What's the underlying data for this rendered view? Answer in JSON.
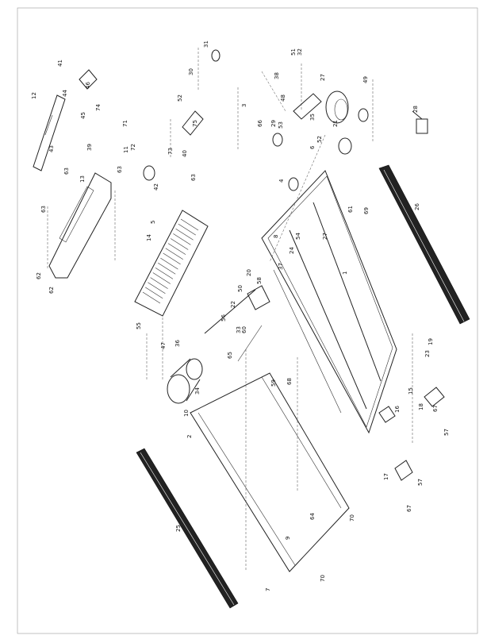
{
  "diagram": {
    "callouts": [
      {
        "id": "c12",
        "text": "12"
      },
      {
        "id": "c41",
        "text": "41"
      },
      {
        "id": "c44",
        "text": "44"
      },
      {
        "id": "c46a",
        "text": "46"
      },
      {
        "id": "c45",
        "text": "45"
      },
      {
        "id": "c43",
        "text": "43"
      },
      {
        "id": "c39",
        "text": "39"
      },
      {
        "id": "c38",
        "text": "38"
      },
      {
        "id": "c74",
        "text": "74"
      },
      {
        "id": "c71",
        "text": "71"
      },
      {
        "id": "c72",
        "text": "72"
      },
      {
        "id": "c11",
        "text": "11"
      },
      {
        "id": "c63a",
        "text": "63"
      },
      {
        "id": "c13",
        "text": "13"
      },
      {
        "id": "c63b",
        "text": "63"
      },
      {
        "id": "c63c",
        "text": "63"
      },
      {
        "id": "c62a",
        "text": "62"
      },
      {
        "id": "c62b",
        "text": "62"
      },
      {
        "id": "c42",
        "text": "42"
      },
      {
        "id": "c30",
        "text": "30"
      },
      {
        "id": "c73",
        "text": "73"
      },
      {
        "id": "c52a",
        "text": "52"
      },
      {
        "id": "c75",
        "text": "75"
      },
      {
        "id": "c40",
        "text": "40"
      },
      {
        "id": "c3",
        "text": "3"
      },
      {
        "id": "c66",
        "text": "66"
      },
      {
        "id": "c29",
        "text": "29"
      },
      {
        "id": "c53",
        "text": "53"
      },
      {
        "id": "c35",
        "text": "35"
      },
      {
        "id": "c48",
        "text": "48"
      },
      {
        "id": "c51",
        "text": "51"
      },
      {
        "id": "c32",
        "text": "32"
      },
      {
        "id": "c27a",
        "text": "27"
      },
      {
        "id": "c49",
        "text": "49"
      },
      {
        "id": "c28",
        "text": "28"
      },
      {
        "id": "c21",
        "text": "21"
      },
      {
        "id": "c52b",
        "text": "52"
      },
      {
        "id": "c14",
        "text": "14"
      },
      {
        "id": "c5",
        "text": "5"
      },
      {
        "id": "c63d",
        "text": "63"
      },
      {
        "id": "c26",
        "text": "26"
      },
      {
        "id": "c61",
        "text": "61"
      },
      {
        "id": "c69",
        "text": "69"
      },
      {
        "id": "c27b",
        "text": "27"
      },
      {
        "id": "c1",
        "text": "1"
      },
      {
        "id": "c58",
        "text": "58"
      },
      {
        "id": "c20",
        "text": "20"
      },
      {
        "id": "c22",
        "text": "22"
      },
      {
        "id": "c50",
        "text": "50"
      },
      {
        "id": "c56",
        "text": "56"
      },
      {
        "id": "c60",
        "text": "60"
      },
      {
        "id": "c55",
        "text": "55"
      },
      {
        "id": "c47",
        "text": "47"
      },
      {
        "id": "c36",
        "text": "36"
      },
      {
        "id": "c34",
        "text": "34"
      },
      {
        "id": "c65",
        "text": "65"
      },
      {
        "id": "c10",
        "text": "10"
      },
      {
        "id": "c2",
        "text": "2"
      },
      {
        "id": "c59",
        "text": "59"
      },
      {
        "id": "c68",
        "text": "68"
      },
      {
        "id": "c33",
        "text": "33"
      },
      {
        "id": "c25",
        "text": "25"
      },
      {
        "id": "c64",
        "text": "64"
      },
      {
        "id": "c9",
        "text": "9"
      },
      {
        "id": "c70a",
        "text": "70"
      },
      {
        "id": "c70b",
        "text": "70"
      },
      {
        "id": "c7",
        "text": "7"
      },
      {
        "id": "c19",
        "text": "19"
      },
      {
        "id": "c23",
        "text": "23"
      },
      {
        "id": "c15",
        "text": "15"
      },
      {
        "id": "c18",
        "text": "18"
      },
      {
        "id": "c67a",
        "text": "67"
      },
      {
        "id": "c57a",
        "text": "57"
      },
      {
        "id": "c17",
        "text": "17"
      },
      {
        "id": "c57b",
        "text": "57"
      },
      {
        "id": "c67b",
        "text": "67"
      },
      {
        "id": "c16",
        "text": "16"
      },
      {
        "id": "c54",
        "text": "54"
      },
      {
        "id": "c24",
        "text": "24"
      },
      {
        "id": "c8",
        "text": "8"
      },
      {
        "id": "c37",
        "text": "37"
      },
      {
        "id": "c31",
        "text": "31"
      },
      {
        "id": "c4",
        "text": "4"
      },
      {
        "id": "c6",
        "text": "6"
      }
    ]
  }
}
